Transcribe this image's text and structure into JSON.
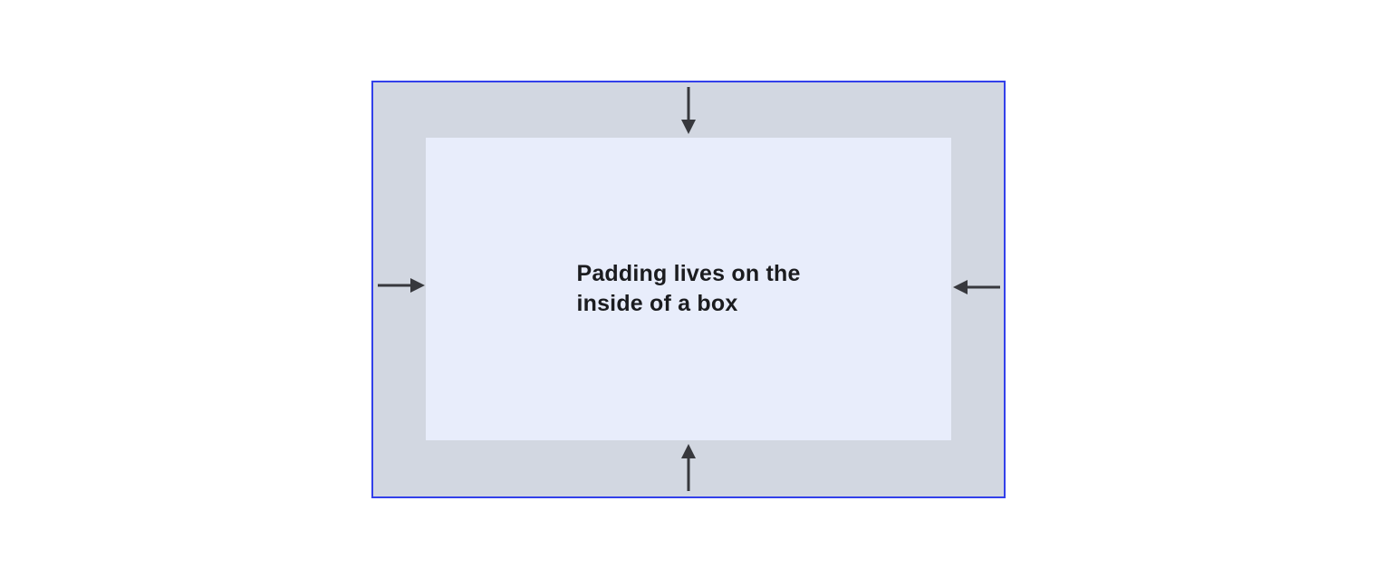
{
  "diagram": {
    "caption_line1": "Padding lives on the",
    "caption_line2": "inside of a box",
    "colors": {
      "page_bg": "#ffffff",
      "border": "#3340ea",
      "padding_bg": "#d2d7e1",
      "content_bg": "#e8edfb",
      "arrow": "#37383d",
      "text": "#1b1c1f"
    },
    "arrows": [
      {
        "side": "top",
        "direction": "down"
      },
      {
        "side": "right",
        "direction": "left"
      },
      {
        "side": "bottom",
        "direction": "up"
      },
      {
        "side": "left",
        "direction": "right"
      }
    ]
  }
}
